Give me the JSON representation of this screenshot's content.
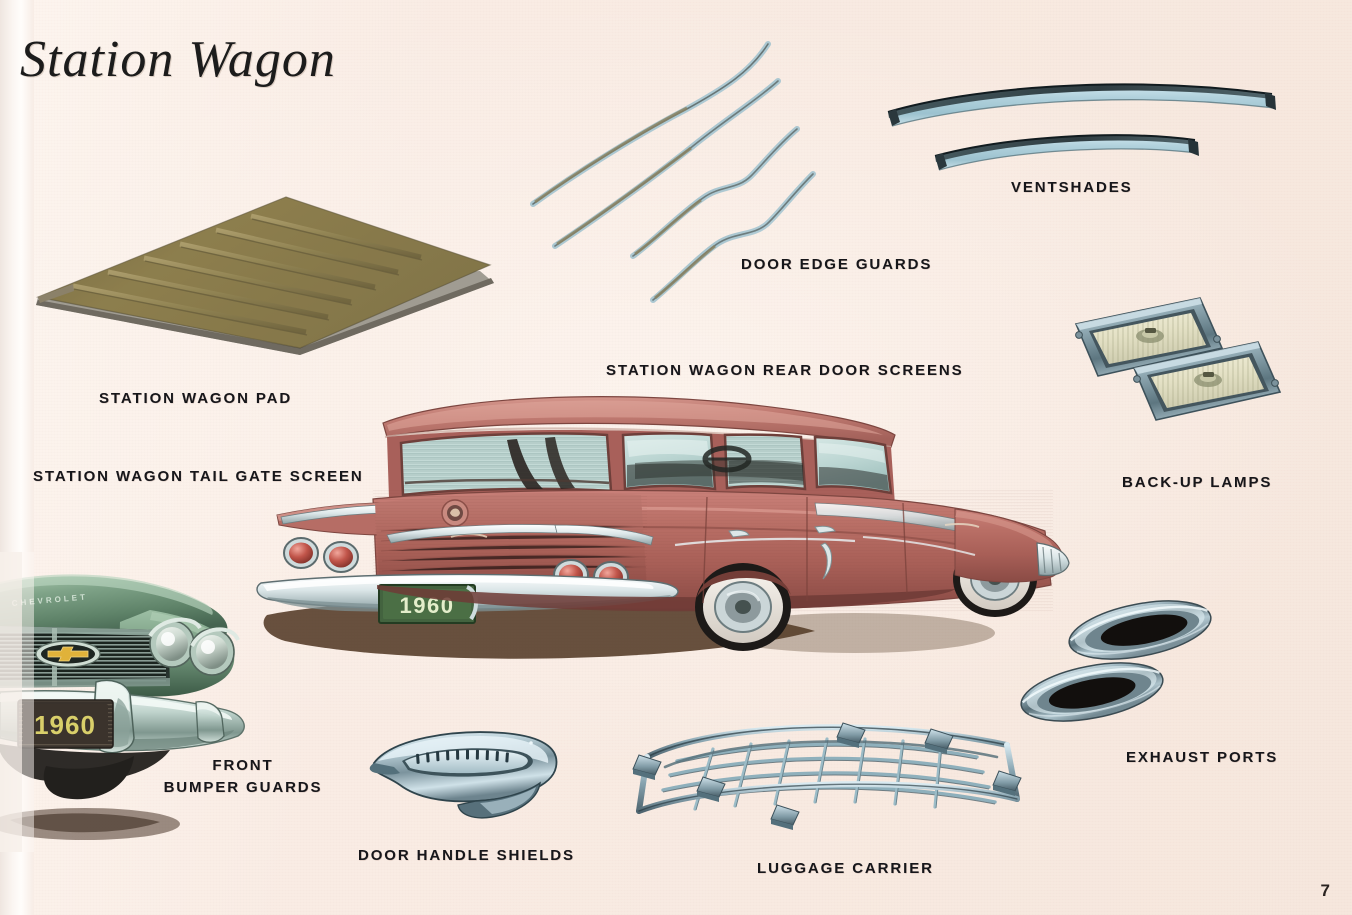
{
  "page": {
    "title": "Station Wagon",
    "page_number": "7",
    "background_color": "#faeee6",
    "ink_color": "#16161a"
  },
  "captions": {
    "station_wagon_pad": "STATION WAGON PAD",
    "station_wagon_tail_gate_screen": "STATION WAGON TAIL GATE SCREEN",
    "door_edge_guards": "DOOR EDGE GUARDS",
    "station_wagon_rear_door_screens": "STATION WAGON REAR DOOR SCREENS",
    "ventshades": "VENTSHADES",
    "back_up_lamps": "BACK-UP LAMPS",
    "exhaust_ports": "EXHAUST PORTS",
    "luggage_carrier": "LUGGAGE CARRIER",
    "door_handle_shields": "DOOR HANDLE SHIELDS",
    "front_bumper_guards_line1": "FRONT",
    "front_bumper_guards_line2": "BUMPER GUARDS"
  },
  "illustrations": {
    "station_wagon_pad": {
      "name": "station-wagon-pad",
      "description": "Quilted cargo-area pad shown in perspective with seven padded channels",
      "color": "#6e6238",
      "channels": 7
    },
    "door_edge_guards": {
      "name": "door-edge-guards",
      "description": "Four thin chrome door edge moulding strips",
      "count": 4,
      "color": "#b7cfd6"
    },
    "ventshades": {
      "name": "ventshades",
      "description": "Two long chrome window ventshade visors",
      "count": 2,
      "color": "#b9d3dc"
    },
    "back_up_lamps": {
      "name": "back-up-lamps",
      "description": "Pair of rectangular chrome-bezel back-up lamps with ribbed lenses",
      "count": 2,
      "bezel_color": "#8fa7b0",
      "lens_color": "#e8e5cc"
    },
    "exhaust_ports": {
      "name": "exhaust-ports",
      "description": "Two oval chrome exhaust port bezels with dark openings",
      "count": 2,
      "chrome_color": "#c9d6de",
      "opening_color": "#16120f"
    },
    "luggage_carrier": {
      "name": "luggage-carrier",
      "description": "Chrome roof-top luggage rack with cross slats and mounting feet",
      "color": "#9fb8c2"
    },
    "door_handle_shields": {
      "name": "door-handle-shields",
      "description": "Chrome door handle shield with toothed inner edge",
      "color": "#a9c0ca"
    },
    "station_wagon": {
      "name": "station-wagon-illustration",
      "description": "1960 Chevrolet four-door station wagon, rear three-quarter view",
      "body_color": "#b5665e",
      "license_plate": "1960",
      "license_plate_color": "#4d6b44"
    },
    "front_car": {
      "name": "front-bumper-guard-car",
      "description": "Front end of a green 1960 Chevrolet showing bumper guards",
      "body_color": "#7d9e86",
      "grille_text": "CHEVROLET",
      "license_plate": "1960"
    }
  }
}
